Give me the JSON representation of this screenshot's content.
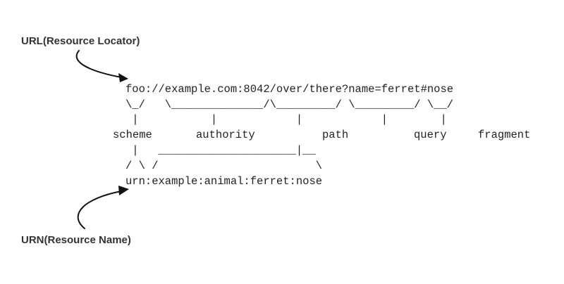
{
  "url_label": "URL(Resource Locator)",
  "urn_label": "URN(Resource Name)",
  "url_example": "foo://example.com:8042/over/there?name=ferret#nose",
  "urn_example": "urn:example:animal:ferret:nose",
  "components": {
    "scheme": "scheme",
    "authority": "authority",
    "path": "path",
    "query": "query",
    "fragment": "fragment"
  },
  "ascii_art": {
    "url_brackets": "\\_/   \\______________/\\_________/ \\_________/ \\__/",
    "url_ticks": " |           |            |            |        |",
    "urn_tick": " |   _____________________|__",
    "urn_brackets": "/ \\ /                        \\"
  }
}
